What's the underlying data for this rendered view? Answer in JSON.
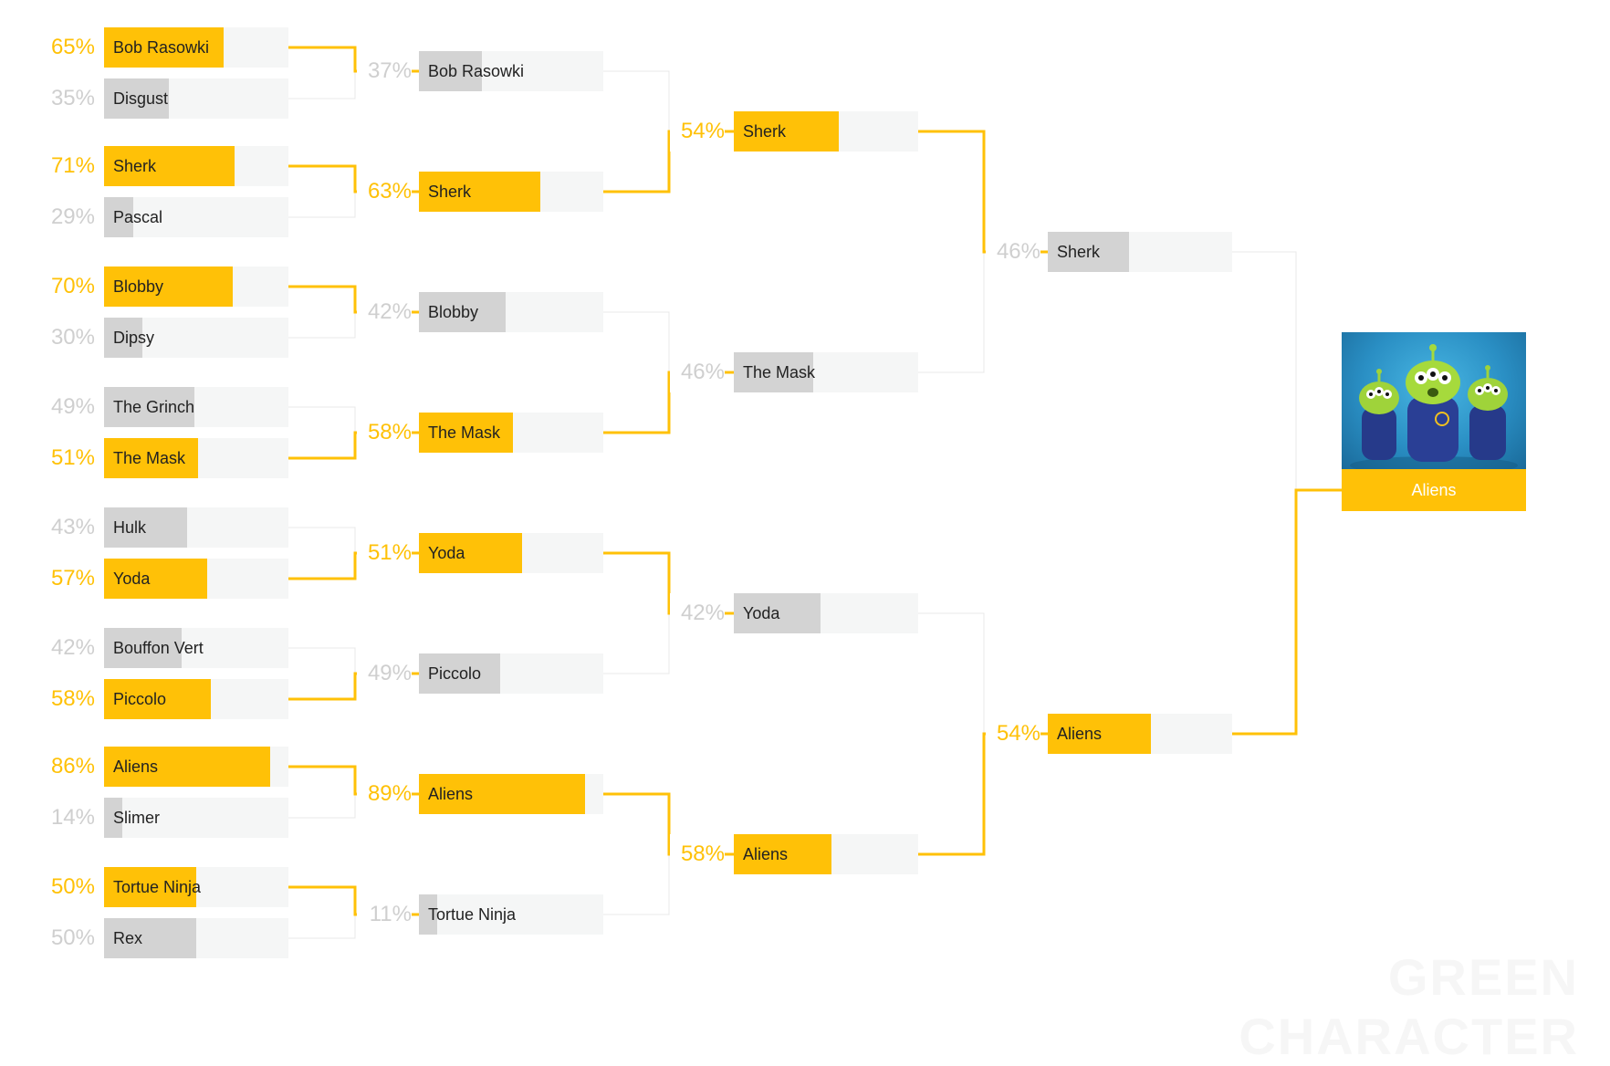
{
  "colors": {
    "win": "#ffc107",
    "lose": "#d3d3d3",
    "track": "#f5f6f6",
    "line_win": "#ffc107",
    "line_lose": "#e8e8e8"
  },
  "round1": [
    {
      "name": "Bob Rasowki",
      "pct": "65%",
      "value": 0.65,
      "win": true
    },
    {
      "name": "Disgust",
      "pct": "35%",
      "value": 0.35,
      "win": false
    },
    {
      "name": "Sherk",
      "pct": "71%",
      "value": 0.71,
      "win": true
    },
    {
      "name": "Pascal",
      "pct": "29%",
      "value": 0.16,
      "win": false
    },
    {
      "name": "Blobby",
      "pct": "70%",
      "value": 0.7,
      "win": true
    },
    {
      "name": "Dipsy",
      "pct": "30%",
      "value": 0.21,
      "win": false
    },
    {
      "name": "The Grinch",
      "pct": "49%",
      "value": 0.49,
      "win": false
    },
    {
      "name": "The Mask",
      "pct": "51%",
      "value": 0.51,
      "win": true
    },
    {
      "name": "Hulk",
      "pct": "43%",
      "value": 0.45,
      "win": false
    },
    {
      "name": "Yoda",
      "pct": "57%",
      "value": 0.56,
      "win": true
    },
    {
      "name": "Bouffon Vert",
      "pct": "42%",
      "value": 0.42,
      "win": false
    },
    {
      "name": "Piccolo",
      "pct": "58%",
      "value": 0.58,
      "win": true
    },
    {
      "name": "Aliens",
      "pct": "86%",
      "value": 0.9,
      "win": true
    },
    {
      "name": "Slimer",
      "pct": "14%",
      "value": 0.1,
      "win": false
    },
    {
      "name": "Tortue Ninja",
      "pct": "50%",
      "value": 0.5,
      "win": true
    },
    {
      "name": "Rex",
      "pct": "50%",
      "value": 0.5,
      "win": false
    }
  ],
  "round2": [
    {
      "name": "Bob Rasowki",
      "pct": "37%",
      "value": 0.34,
      "win": false
    },
    {
      "name": "Sherk",
      "pct": "63%",
      "value": 0.66,
      "win": true
    },
    {
      "name": "Blobby",
      "pct": "42%",
      "value": 0.47,
      "win": false
    },
    {
      "name": "The Mask",
      "pct": "58%",
      "value": 0.51,
      "win": true
    },
    {
      "name": "Yoda",
      "pct": "51%",
      "value": 0.56,
      "win": true
    },
    {
      "name": "Piccolo",
      "pct": "49%",
      "value": 0.44,
      "win": false
    },
    {
      "name": "Aliens",
      "pct": "89%",
      "value": 0.9,
      "win": true
    },
    {
      "name": "Tortue Ninja",
      "pct": "11%",
      "value": 0.1,
      "win": false
    }
  ],
  "round3": [
    {
      "name": "Sherk",
      "pct": "54%",
      "value": 0.57,
      "win": true
    },
    {
      "name": "The Mask",
      "pct": "46%",
      "value": 0.43,
      "win": false
    },
    {
      "name": "Yoda",
      "pct": "42%",
      "value": 0.47,
      "win": false
    },
    {
      "name": "Aliens",
      "pct": "58%",
      "value": 0.53,
      "win": true
    }
  ],
  "round4": [
    {
      "name": "Sherk",
      "pct": "46%",
      "value": 0.44,
      "win": false
    },
    {
      "name": "Aliens",
      "pct": "54%",
      "value": 0.56,
      "win": true
    }
  ],
  "champion": {
    "name": "Aliens"
  },
  "watermark": "GREEN CHARACTER"
}
